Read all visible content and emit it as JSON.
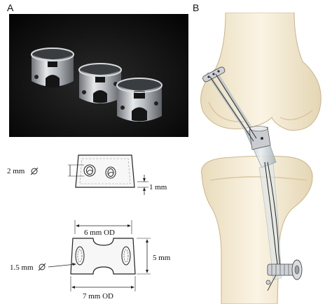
{
  "panels": {
    "a_label": "A",
    "b_label": "B"
  },
  "schematic": {
    "hole_diameter_label": "2 mm",
    "wall_thickness_label": "1 mm",
    "inner_diameter_label": "6 mm OD",
    "height_label": "5 mm",
    "slot_label": "1.5 mm",
    "outer_diameter_label": "7 mm OD",
    "diameter_icon": "diameter-symbol-icon"
  },
  "colors": {
    "photo_background": "#0a0a0a",
    "metal": "#c9ccd0",
    "bone": "#f4ead4",
    "bone_shadow": "#dfd2b4",
    "graft": "#cfd8dc",
    "suture": "#222222"
  }
}
